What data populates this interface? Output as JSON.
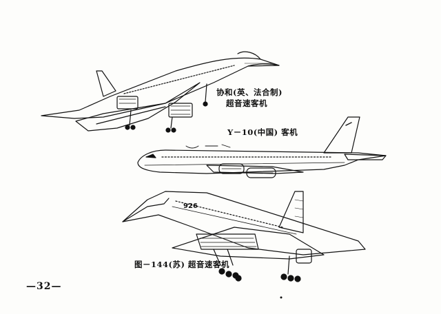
{
  "captions": {
    "concorde_line1": "协和(英、法合制)",
    "concorde_line2": "超音速客机",
    "y10": "Y－10(中国) 客机",
    "tu144": "图－144(苏) 超音速客机"
  },
  "tu144_marking": "926",
  "page_number": "—32—"
}
